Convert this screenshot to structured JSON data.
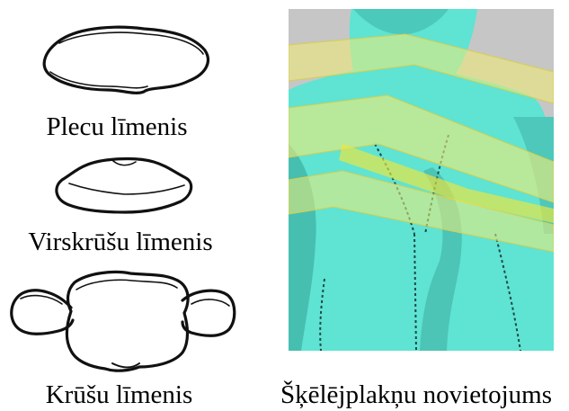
{
  "figure": {
    "panels": [
      {
        "id": "shoulder",
        "caption": "Plecu līmenis"
      },
      {
        "id": "above-chest",
        "caption": "Virskrūšu līmenis"
      },
      {
        "id": "chest",
        "caption": "Krūšu līmenis"
      },
      {
        "id": "scan",
        "caption": "Šķēlējplakņu novietojums"
      }
    ],
    "colors": {
      "outline": "#111111",
      "scan_body": "#5fe6d6",
      "scan_background": "#c8c8c8",
      "plane_fill": "#f2ec7a"
    }
  }
}
